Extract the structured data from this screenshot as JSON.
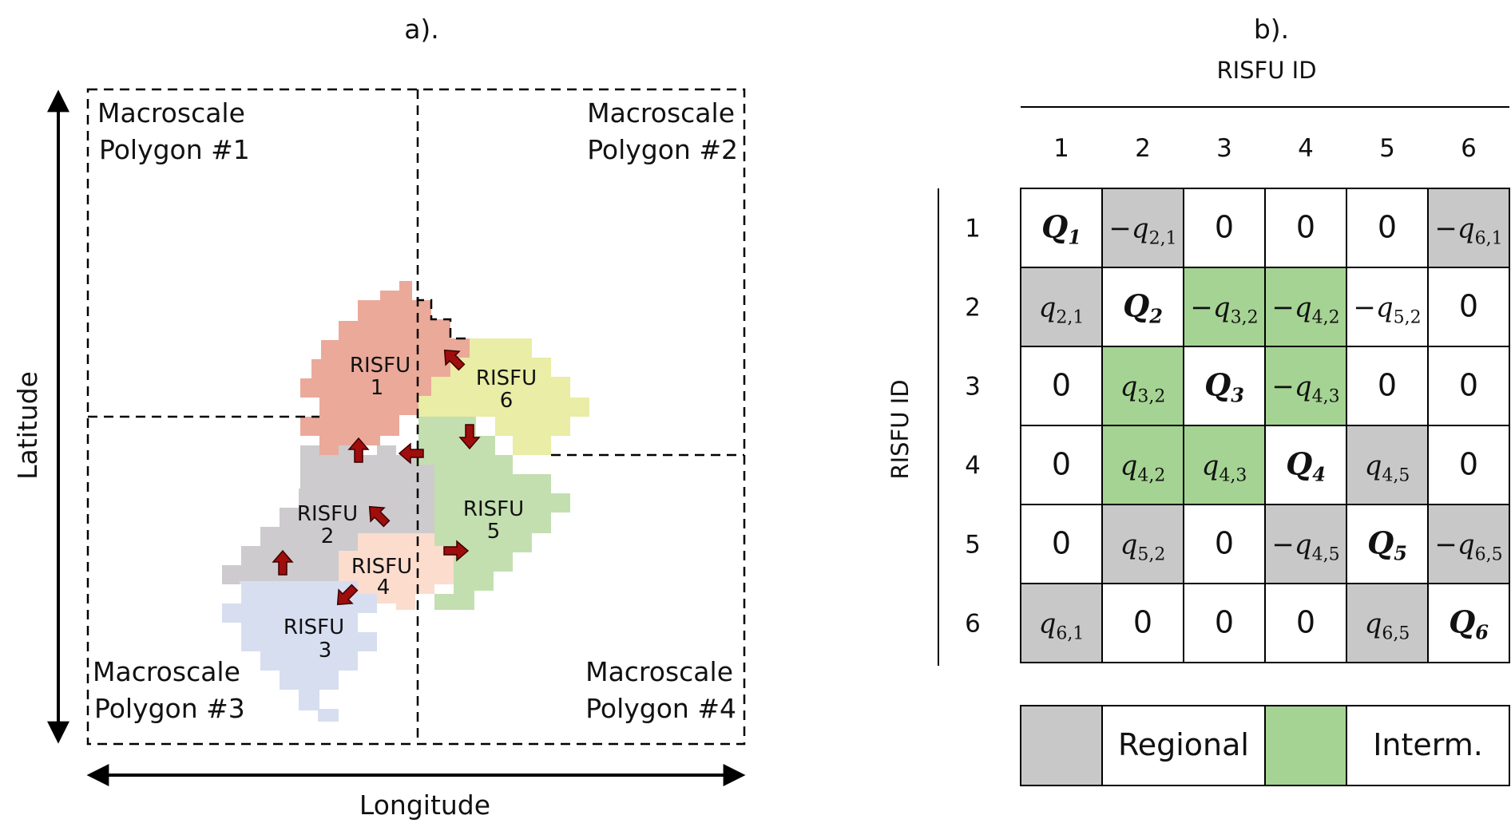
{
  "panel_a": {
    "title": "a).",
    "xlabel": "Longitude",
    "ylabel": "Latitude",
    "polygons": [
      {
        "line1": "Macroscale",
        "line2": "Polygon #1"
      },
      {
        "line1": "Macroscale",
        "line2": "Polygon #2"
      },
      {
        "line1": "Macroscale",
        "line2": "Polygon #3"
      },
      {
        "line1": "Macroscale",
        "line2": "Polygon #4"
      }
    ],
    "units": [
      {
        "name": "RISFU",
        "id": "1",
        "color": "#eba99a"
      },
      {
        "name": "RISFU",
        "id": "2",
        "color": "#cdcbcd"
      },
      {
        "name": "RISFU",
        "id": "3",
        "color": "#d6deef"
      },
      {
        "name": "RISFU",
        "id": "4",
        "color": "#fbdccd"
      },
      {
        "name": "RISFU",
        "id": "5",
        "color": "#c3dfb0"
      },
      {
        "name": "RISFU",
        "id": "6",
        "color": "#e9eda5"
      }
    ],
    "arrow_color": "#a00d0d"
  },
  "panel_b": {
    "title": "b).",
    "col_axis_label": "RISFU ID",
    "row_axis_label": "RISFU ID",
    "col_ids": [
      "1",
      "2",
      "3",
      "4",
      "5",
      "6"
    ],
    "row_ids": [
      "1",
      "2",
      "3",
      "4",
      "5",
      "6"
    ],
    "colors": {
      "regional": "#c8c8c8",
      "intermediate": "#a5d393",
      "none": "#ffffff"
    },
    "cells": [
      [
        {
          "s": "",
          "b": "Q",
          "sub": "1",
          "t": "d"
        },
        {
          "s": "−",
          "b": "q",
          "sub": "2,1",
          "t": "r"
        },
        {
          "v": "0",
          "t": "n"
        },
        {
          "v": "0",
          "t": "n"
        },
        {
          "v": "0",
          "t": "n"
        },
        {
          "s": "−",
          "b": "q",
          "sub": "6,1",
          "t": "r"
        }
      ],
      [
        {
          "s": "",
          "b": "q",
          "sub": "2,1",
          "t": "r"
        },
        {
          "s": "",
          "b": "Q",
          "sub": "2",
          "t": "d"
        },
        {
          "s": "−",
          "b": "q",
          "sub": "3,2",
          "t": "i"
        },
        {
          "s": "−",
          "b": "q",
          "sub": "4,2",
          "t": "i"
        },
        {
          "s": "−",
          "b": "q",
          "sub": "5,2",
          "t": "n"
        },
        {
          "v": "0",
          "t": "n"
        }
      ],
      [
        {
          "v": "0",
          "t": "n"
        },
        {
          "s": "",
          "b": "q",
          "sub": "3,2",
          "t": "i"
        },
        {
          "s": "",
          "b": "Q",
          "sub": "3",
          "t": "d"
        },
        {
          "s": "−",
          "b": "q",
          "sub": "4,3",
          "t": "i"
        },
        {
          "v": "0",
          "t": "n"
        },
        {
          "v": "0",
          "t": "n"
        }
      ],
      [
        {
          "v": "0",
          "t": "n"
        },
        {
          "s": "",
          "b": "q",
          "sub": "4,2",
          "t": "i"
        },
        {
          "s": "",
          "b": "q",
          "sub": "4,3",
          "t": "i"
        },
        {
          "s": "",
          "b": "Q",
          "sub": "4",
          "t": "d"
        },
        {
          "s": "",
          "b": "q",
          "sub": "4,5",
          "t": "r"
        },
        {
          "v": "0",
          "t": "n"
        }
      ],
      [
        {
          "v": "0",
          "t": "n"
        },
        {
          "s": "",
          "b": "q",
          "sub": "5,2",
          "t": "r"
        },
        {
          "v": "0",
          "t": "n"
        },
        {
          "s": "−",
          "b": "q",
          "sub": "4,5",
          "t": "r"
        },
        {
          "s": "",
          "b": "Q",
          "sub": "5",
          "t": "d"
        },
        {
          "s": "−",
          "b": "q",
          "sub": "6,5",
          "t": "r"
        }
      ],
      [
        {
          "s": "",
          "b": "q",
          "sub": "6,1",
          "t": "r"
        },
        {
          "v": "0",
          "t": "n"
        },
        {
          "v": "0",
          "t": "n"
        },
        {
          "v": "0",
          "t": "n"
        },
        {
          "s": "",
          "b": "q",
          "sub": "6,5",
          "t": "r"
        },
        {
          "s": "",
          "b": "Q",
          "sub": "6",
          "t": "d"
        }
      ]
    ],
    "legend": {
      "regional": "Regional",
      "intermediate": "Interm."
    }
  }
}
